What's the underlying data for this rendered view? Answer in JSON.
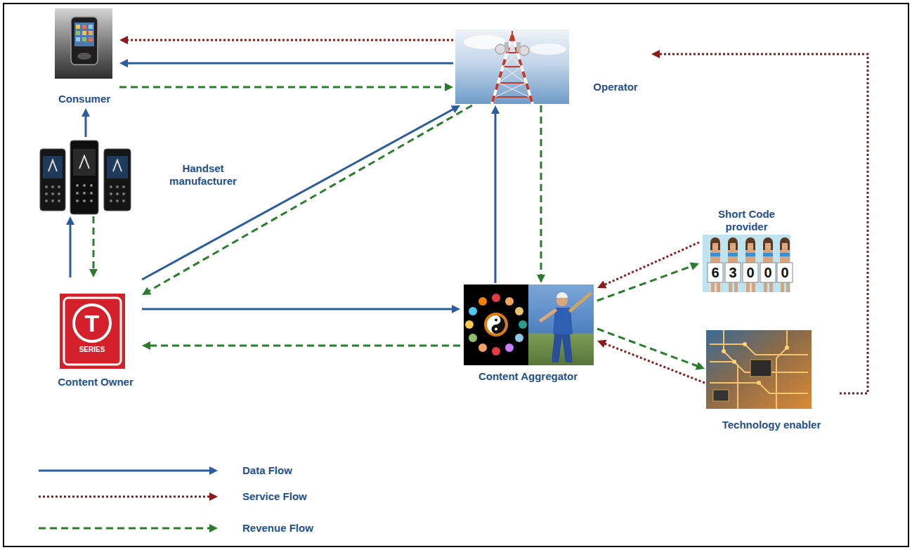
{
  "diagram": {
    "nodes": [
      {
        "text": [
          "Consumer"
        ]
      },
      {
        "text": [
          "Operator"
        ]
      },
      {
        "text": [
          "Handset manufacturer"
        ]
      },
      {
        "text": [
          "Short Code provider"
        ]
      },
      {
        "text": [
          "Content Owner"
        ]
      },
      {
        "text": [
          "Content Aggregator"
        ]
      },
      {
        "text": [
          "Technology enabler"
        ]
      }
    ],
    "edges": [
      {
        "from": 1,
        "to": 0,
        "arrow": "to"
      },
      {
        "from": 1,
        "to": 0,
        "arrow": "to"
      },
      {
        "from": 0,
        "to": 1,
        "arrow": "to"
      },
      {
        "from": 2,
        "to": 0,
        "arrow": "to"
      },
      {
        "from": 4,
        "to": 2,
        "arrow": "to"
      },
      {
        "from": 2,
        "to": 4,
        "arrow": "to"
      },
      {
        "from": 4,
        "to": 1,
        "arrow": "to"
      },
      {
        "from": 1,
        "to": 4,
        "arrow": "to"
      },
      {
        "from": 5,
        "to": 1,
        "arrow": "to"
      },
      {
        "from": 1,
        "to": 5,
        "arrow": "to"
      },
      {
        "from": 4,
        "to": 5,
        "arrow": "to"
      },
      {
        "from": 5,
        "to": 4,
        "arrow": "to"
      },
      {
        "from": 3,
        "to": 5,
        "arrow": "to"
      },
      {
        "from": 5,
        "to": 3,
        "arrow": "to"
      },
      {
        "from": 6,
        "to": 5,
        "arrow": "to"
      },
      {
        "from": 5,
        "to": 6,
        "arrow": "to"
      },
      {
        "from": 6,
        "to": 1,
        "arrow": "to"
      }
    ],
    "labels": [
      "T",
      "SERIES",
      "6",
      "3",
      "0",
      "0",
      "0"
    ],
    "legend": [
      {
        "text": "Data Flow"
      },
      {
        "text": "Service Flow"
      },
      {
        "text": "Revenue Flow"
      }
    ]
  }
}
